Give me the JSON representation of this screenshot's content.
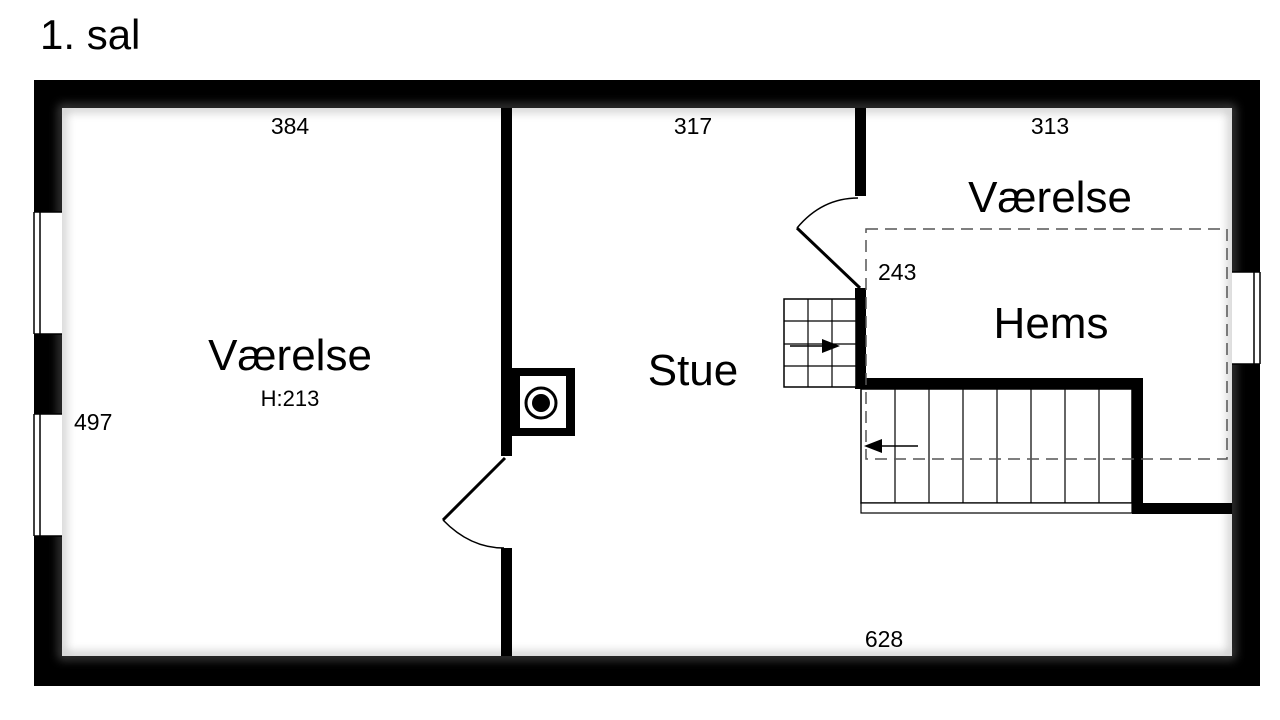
{
  "title": "1. sal",
  "rooms": {
    "left": {
      "name": "Værelse",
      "height": "H:213",
      "width_dim": "384",
      "depth_dim": "497"
    },
    "stue": {
      "name": "Stue",
      "width_dim": "317"
    },
    "right": {
      "name": "Værelse",
      "width_dim": "313"
    },
    "hems": {
      "name": "Hems",
      "dim": "243"
    },
    "bottom_dim": "628"
  }
}
